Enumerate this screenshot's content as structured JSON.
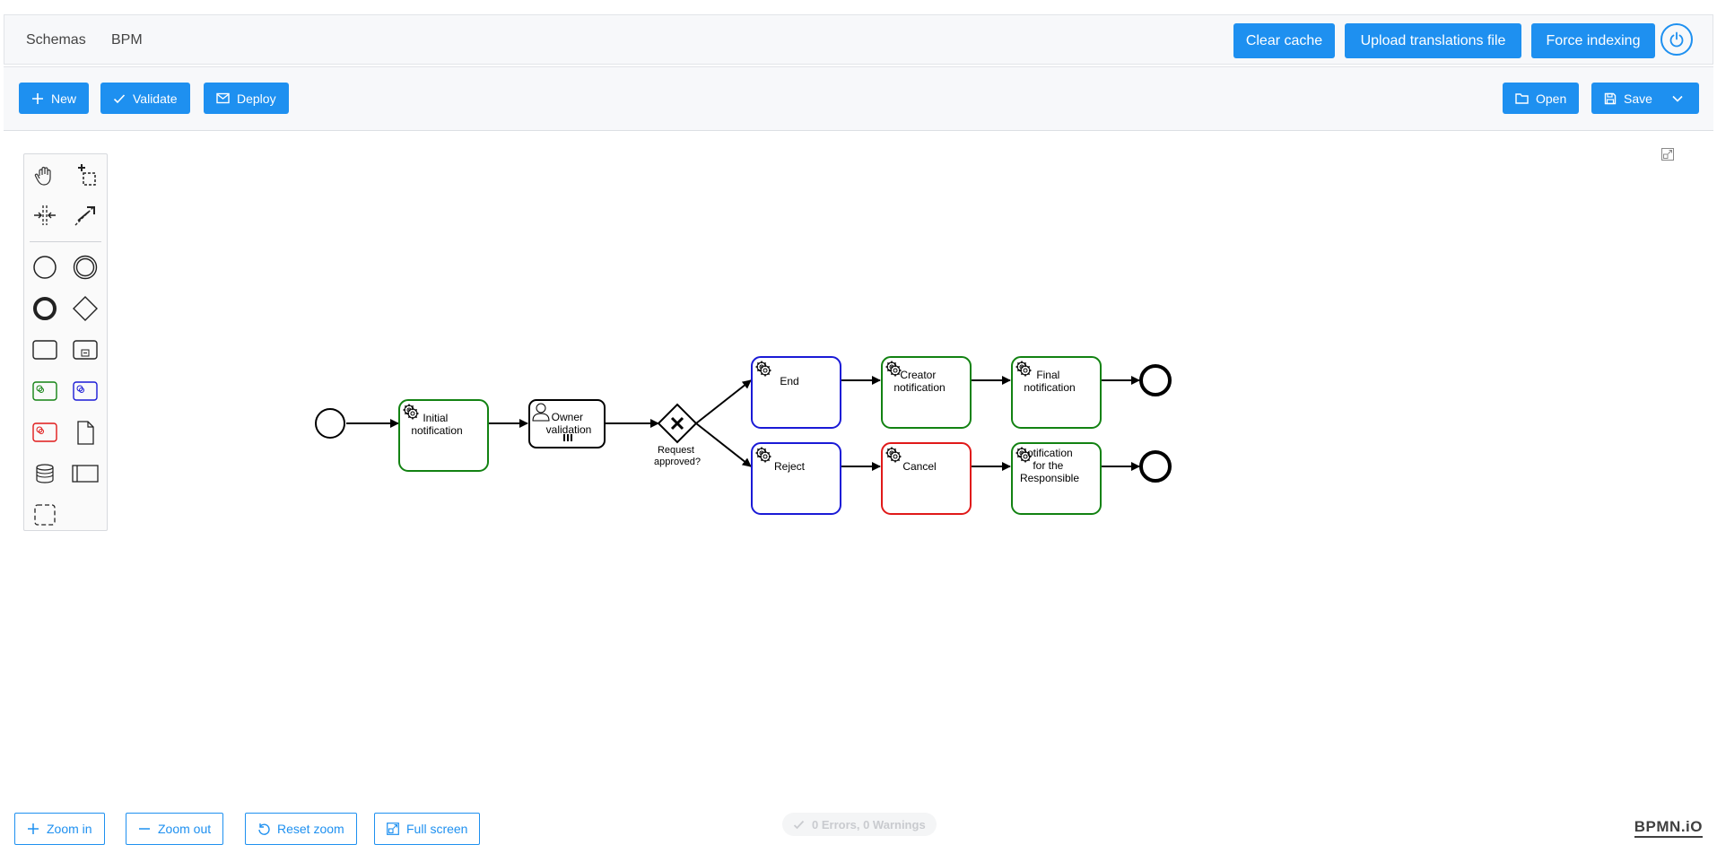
{
  "nav": {
    "links": [
      "Schemas",
      "BPM"
    ]
  },
  "header": {
    "buttons": [
      "Clear cache",
      "Upload translations file",
      "Force indexing"
    ],
    "power_icon": "power-icon"
  },
  "toolbar": {
    "left": [
      "New",
      "Validate",
      "Deploy"
    ],
    "right": [
      "Open",
      "Save"
    ]
  },
  "palette": {
    "tools": [
      "hand-tool",
      "lasso-tool",
      "space-tool",
      "global-connect-tool",
      "start-event",
      "intermediate-event",
      "end-event",
      "gateway",
      "task",
      "subprocess",
      "service-task-green",
      "service-task-blue",
      "service-task-red",
      "data-object",
      "data-store",
      "pool",
      "group"
    ]
  },
  "diagram": {
    "tasks": {
      "initial": [
        "Initial",
        "notification"
      ],
      "owner": [
        "Owner",
        "validation"
      ],
      "end": [
        "End"
      ],
      "creator": [
        "Creator",
        "notification"
      ],
      "final": [
        "Final",
        "notification"
      ],
      "reject": [
        "Reject"
      ],
      "cancel": [
        "Cancel"
      ],
      "responsible": [
        "otification",
        "for the",
        "Responsible"
      ]
    },
    "gateway_label": [
      "Request",
      "approved?"
    ],
    "colors": {
      "green": "#128212",
      "blue": "#1a1ad6",
      "red": "#e01919"
    }
  },
  "zoom": {
    "buttons": [
      "Zoom in",
      "Zoom out",
      "Reset zoom",
      "Full screen"
    ]
  },
  "status": {
    "text": "0 Errors, 0 Warnings"
  },
  "logo": {
    "text": "BPMN.iO"
  }
}
